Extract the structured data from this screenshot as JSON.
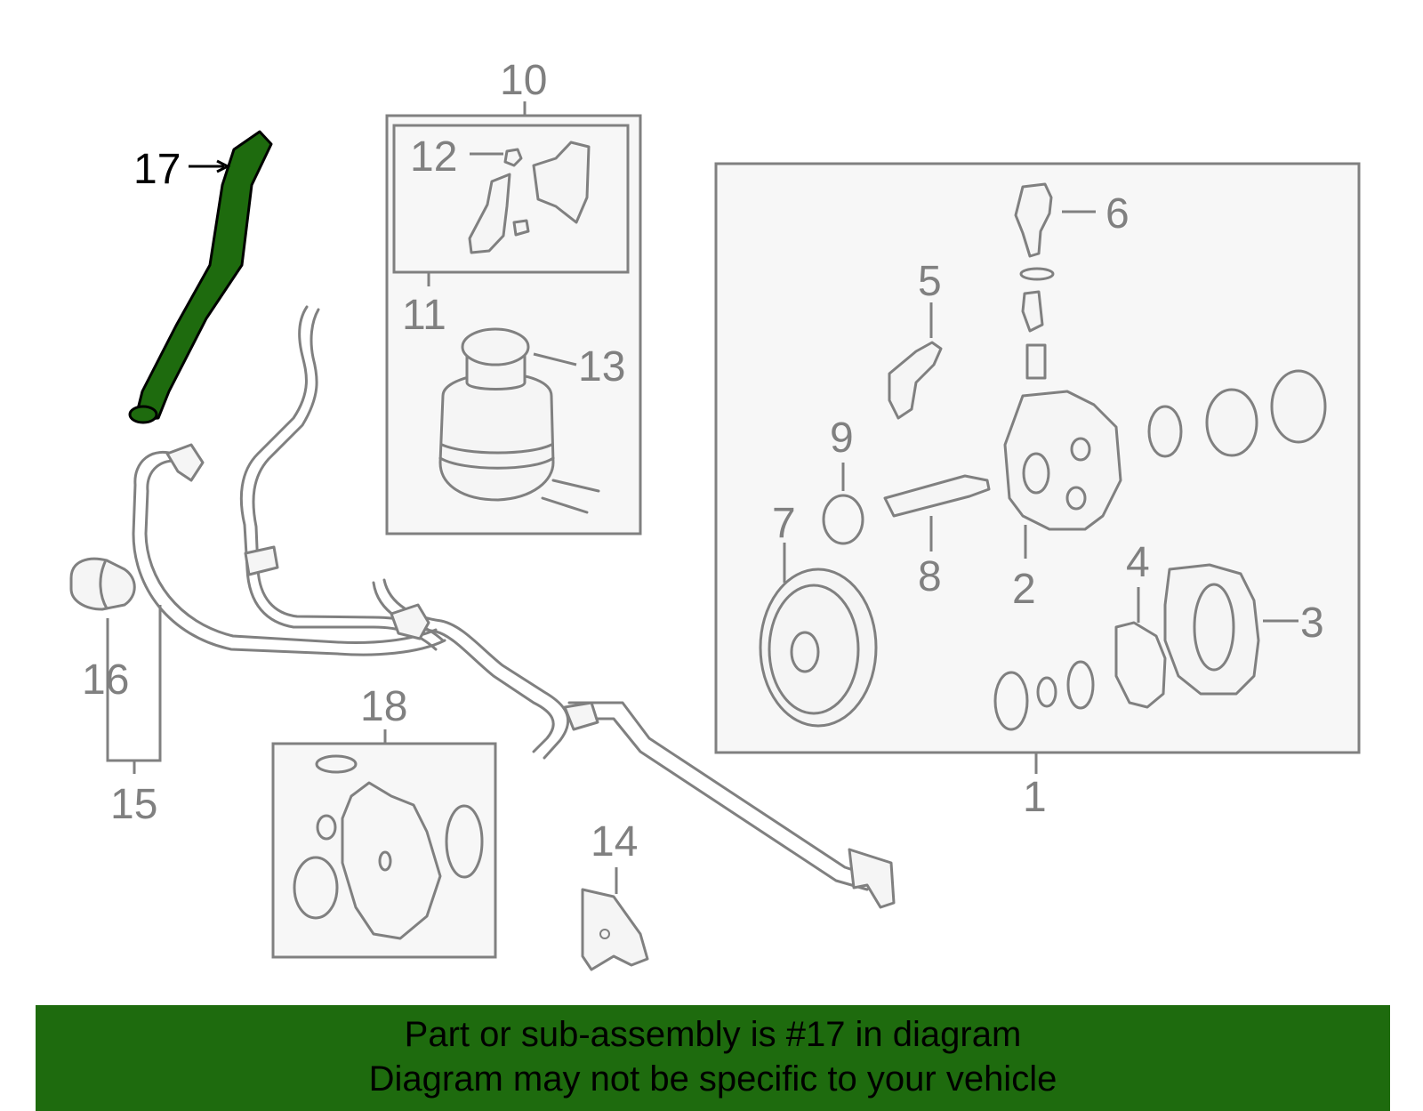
{
  "diagram": {
    "highlight_color": "#1e6b0e",
    "line_color": "#808080",
    "callouts": {
      "c1": "1",
      "c2": "2",
      "c3": "3",
      "c4": "4",
      "c5": "5",
      "c6": "6",
      "c7": "7",
      "c8": "8",
      "c9": "9",
      "c10": "10",
      "c11": "11",
      "c12": "12",
      "c13": "13",
      "c14": "14",
      "c15": "15",
      "c16": "16",
      "c17": "17",
      "c18": "18"
    },
    "highlighted_part": "17"
  },
  "banner": {
    "line1": "Part or sub-assembly is #17 in diagram",
    "line2": "Diagram may not be specific to your vehicle"
  }
}
